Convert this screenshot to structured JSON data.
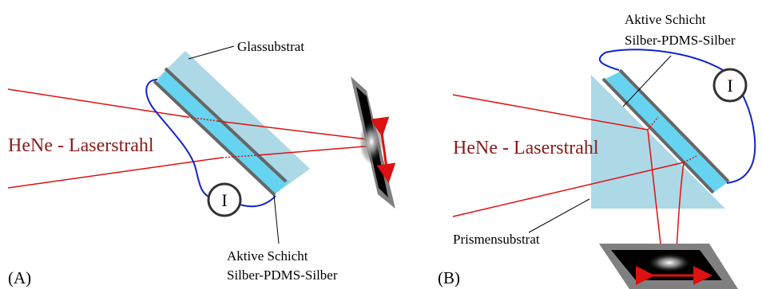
{
  "colors": {
    "glass": "#add8e6",
    "active_layer": "#66d4f0",
    "silver": "#666666",
    "laser": "#dd1111",
    "wire": "#1122cc",
    "laser_label": "#8b1a1a",
    "screen_frame": "#808080",
    "screen": "#000000"
  },
  "panel_a": {
    "label": "(A)",
    "glass_label": "Glassubstrat",
    "active_label_line1": "Aktive Schicht",
    "active_label_line2": "Silber-PDMS-Silber",
    "laser_label": "HeNe - Laserstrahl",
    "meter_label": "I"
  },
  "panel_b": {
    "label": "(B)",
    "prism_label": "Prismensubstrat",
    "active_label_line1": "Aktive Schicht",
    "active_label_line2": "Silber-PDMS-Silber",
    "laser_label": "HeNe - Laserstrahl",
    "meter_label": "I"
  }
}
